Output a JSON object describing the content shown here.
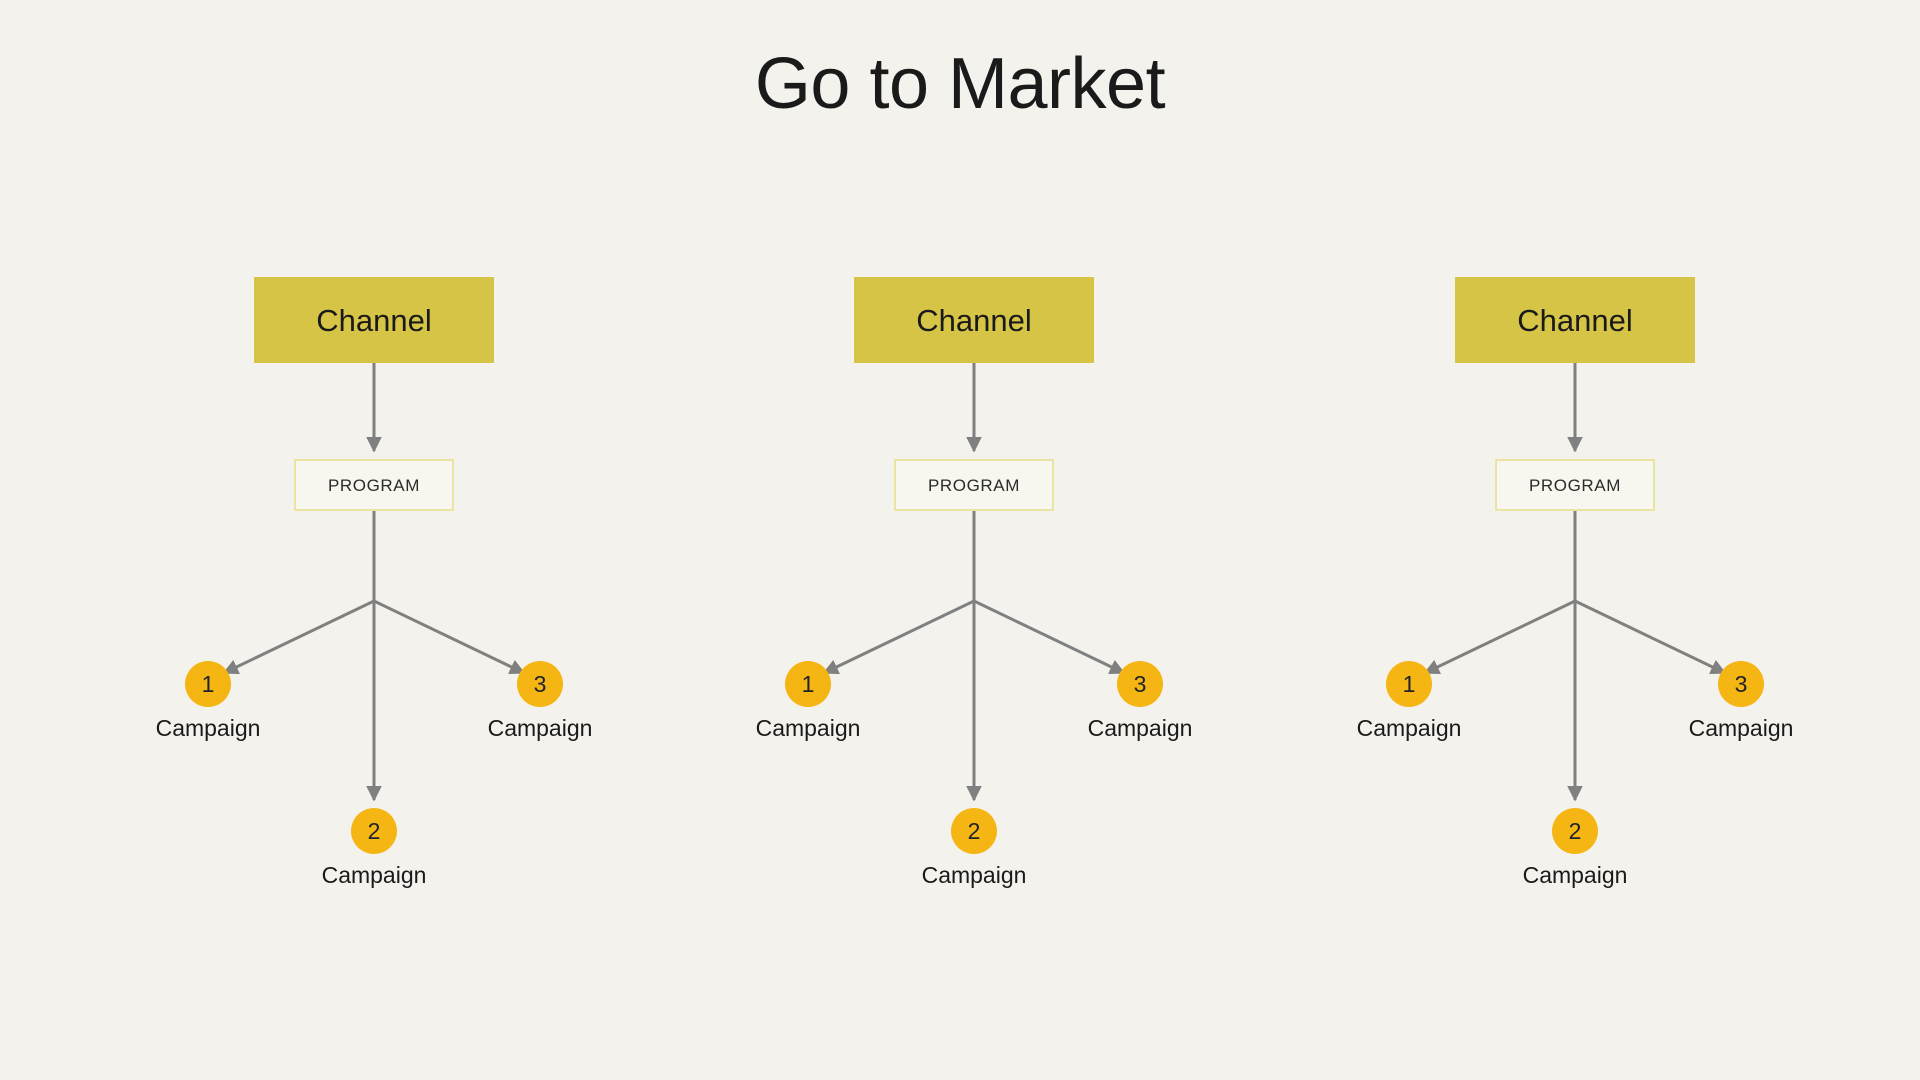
{
  "slide": {
    "title": "Go to Market",
    "background_color": "#F4F2ED",
    "title_color": "#1A1A1A"
  },
  "palette": {
    "background": "#F4F2ED",
    "channel_fill": "#D6C447",
    "program_fill": "#F7F6EF",
    "program_border": "#EBE3A2",
    "campaign_circle": "#F5B614",
    "connector": "#808080",
    "text": "#1A1A1A"
  },
  "clusters": [
    {
      "channel_label": "Channel",
      "program_label": "PROGRAM",
      "campaigns": [
        {
          "number": "1",
          "label": "Campaign"
        },
        {
          "number": "2",
          "label": "Campaign"
        },
        {
          "number": "3",
          "label": "Campaign"
        }
      ]
    },
    {
      "channel_label": "Channel",
      "program_label": "PROGRAM",
      "campaigns": [
        {
          "number": "1",
          "label": "Campaign"
        },
        {
          "number": "2",
          "label": "Campaign"
        },
        {
          "number": "3",
          "label": "Campaign"
        }
      ]
    },
    {
      "channel_label": "Channel",
      "program_label": "PROGRAM",
      "campaigns": [
        {
          "number": "1",
          "label": "Campaign"
        },
        {
          "number": "2",
          "label": "Campaign"
        },
        {
          "number": "3",
          "label": "Campaign"
        }
      ]
    }
  ]
}
